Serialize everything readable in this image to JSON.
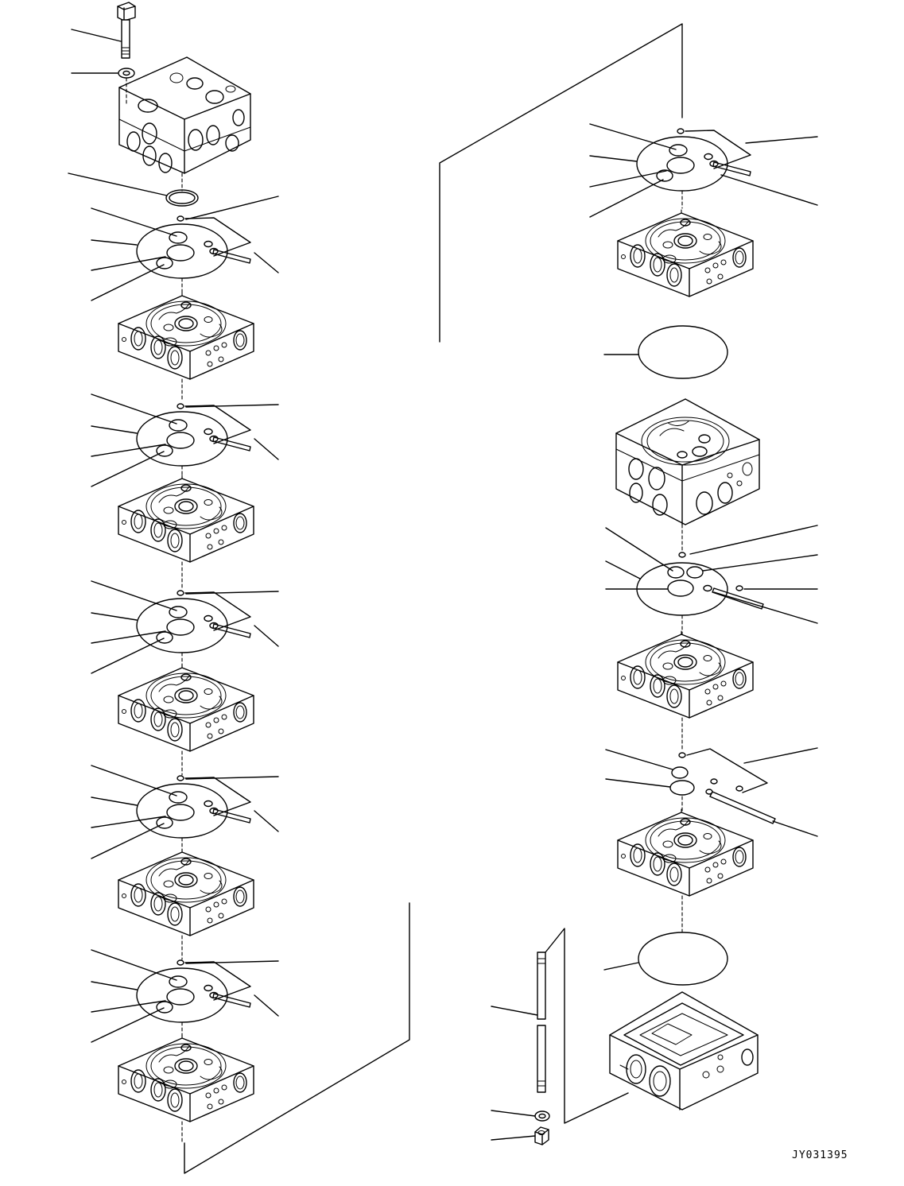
{
  "drawing": {
    "reference_code": "JY031395"
  },
  "stack_left": {
    "parts": [
      "bolt",
      "washer",
      "end-cover",
      "o-ring",
      "gasket-1",
      "valve-section-1",
      "gasket-2",
      "valve-section-2",
      "gasket-3",
      "valve-section-3",
      "gasket-4",
      "valve-section-4",
      "gasket-5",
      "valve-section-5"
    ]
  },
  "stack_right": {
    "parts": [
      "gasket-6",
      "valve-section-6",
      "o-ring-large",
      "inlet-section",
      "gasket-7",
      "valve-section-7",
      "gasket-8",
      "valve-section-8",
      "o-ring-large-2",
      "end-housing",
      "tie-rod",
      "washer",
      "nut"
    ]
  }
}
